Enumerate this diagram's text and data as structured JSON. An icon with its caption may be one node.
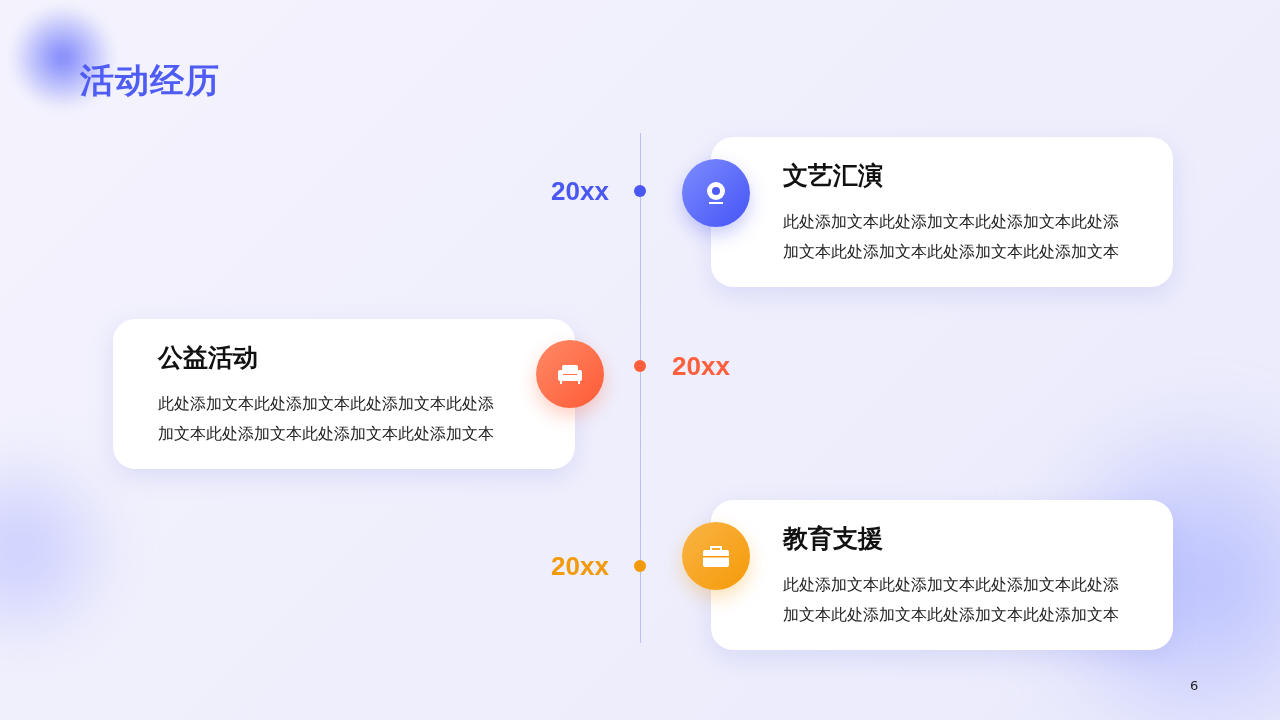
{
  "diagram": {
    "title": "活动经历",
    "nodes": [
      {
        "text": [
          "文艺汇演",
          "此处添加文本此处添加文本此处添加文本此处添加文本此处添加文本此处添加文本此处添加文本"
        ]
      },
      {
        "text": [
          "公益活动",
          "此处添加文本此处添加文本此处添加文本此处添加文本此处添加文本此处添加文本此处添加文本"
        ]
      },
      {
        "text": [
          "教育支援",
          "此处添加文本此处添加文本此处添加文本此处添加文本此处添加文本此处添加文本此处添加文本"
        ]
      }
    ],
    "labels": [
      "20xx",
      "20xx",
      "20xx",
      "6"
    ]
  }
}
